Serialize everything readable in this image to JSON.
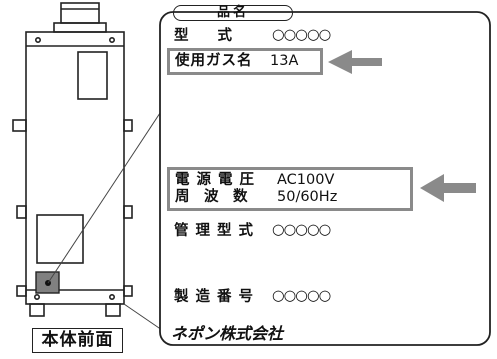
{
  "label": {
    "title": "品名",
    "model_label": "型　　式",
    "model_value": "○○○○○",
    "gas_label": "使用ガス名",
    "gas_value": "13A",
    "voltage_label": "電源電圧",
    "voltage_value": "AC100V",
    "frequency_label": "周　波　数",
    "frequency_value": "50/60Hz",
    "management_label": "管理型式",
    "management_value": "○○○○○",
    "serial_label": "製造番号",
    "serial_value": "○○○○○",
    "maker": "ネポン株式会社"
  },
  "unit": {
    "caption": "本体前面"
  },
  "colors": {
    "highlight": "#8a8a8a",
    "arrow": "#8a8a8a",
    "callout": "#808080",
    "line": "#222222"
  }
}
